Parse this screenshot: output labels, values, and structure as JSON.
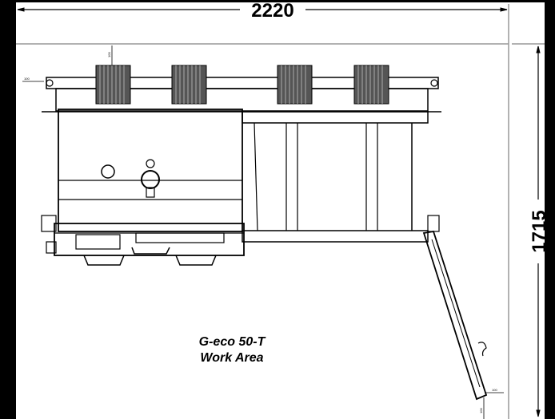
{
  "drawing": {
    "width_dimension": "2220",
    "height_dimension": "1715",
    "small_dims": [
      "100",
      "100",
      "100",
      "100"
    ],
    "label_line1": "G-eco 50-T",
    "label_line2": "Work Area"
  },
  "colors": {
    "background": "#000000",
    "paper": "#ffffff",
    "line": "#000000"
  }
}
